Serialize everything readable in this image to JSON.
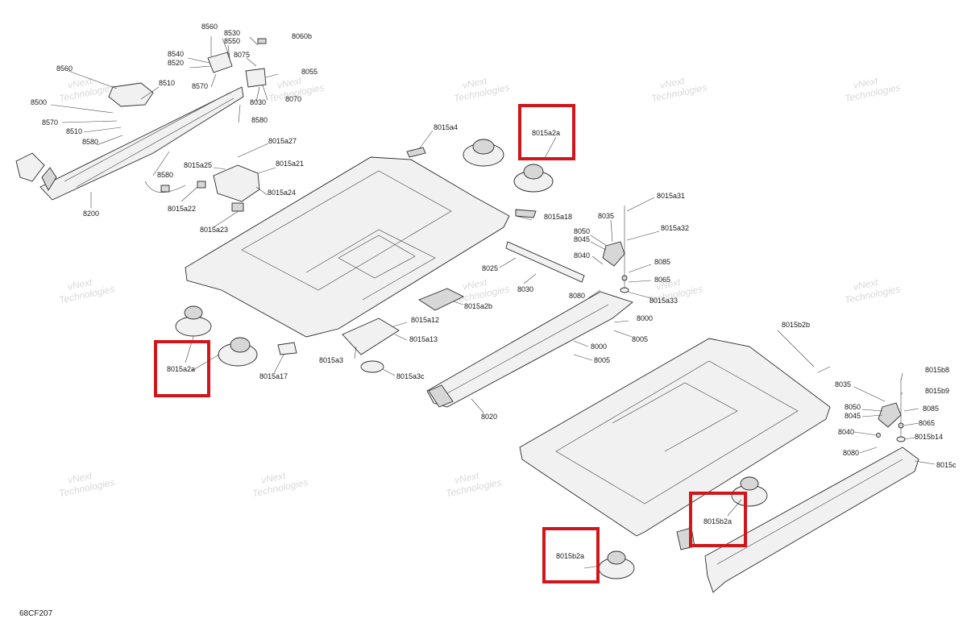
{
  "diagram_ref": "68CF207",
  "watermark": {
    "line1": "vNext",
    "line2": "Technologies"
  },
  "callouts": {
    "c8560a": "8560",
    "c8530": "8530",
    "c8550": "8550",
    "c8540": "8540",
    "c8520": "8520",
    "c8570a": "8570",
    "c8060b": "8060b",
    "c8075": "8075",
    "c8055": "8055",
    "c8030a": "8030",
    "c8070": "8070",
    "c8580a": "8580",
    "c8560b": "8560",
    "c8510a": "8510",
    "c8500": "8500",
    "c8570b": "8570",
    "c8510b": "8510",
    "c8580b": "8580",
    "c8580c": "8580",
    "c8200": "8200",
    "c8015a27": "8015a27",
    "c8015a25": "8015a25",
    "c8015a21": "8015a21",
    "c8015a24": "8015a24",
    "c8015a22": "8015a22",
    "c8015a23": "8015a23",
    "c8015a4": "8015a4",
    "c8015a2a_top": "8015a2a",
    "c8015a18": "8015a18",
    "c8015a31": "8015a31",
    "c8035a": "8035",
    "c8015a32": "8015a32",
    "c8050a": "8050",
    "c8045a": "8045",
    "c8040a": "8040",
    "c8085a": "8085",
    "c8065a": "8065",
    "c8015a33": "8015a33",
    "c8080a": "8080",
    "c8025": "8025",
    "c8030b": "8030",
    "c8015a2b": "8015a2b",
    "c8015a12": "8015a12",
    "c8015a13": "8015a13",
    "c8015a3": "8015a3",
    "c8015a3c": "8015a3c",
    "c8015a17": "8015a17",
    "c8015a2a_left": "8015a2a",
    "c8000a": "8000",
    "c8005a": "8005",
    "c8000b": "8000",
    "c8005b": "8005",
    "c8020": "8020",
    "c8015b2b": "8015b2b",
    "c8035b": "8035",
    "c8015b8": "8015b8",
    "c8015b9": "8015b9",
    "c8050b": "8050",
    "c8045b": "8045",
    "c8085b": "8085",
    "c8065b": "8065",
    "c8040b": "8040",
    "c8015b14": "8015b14",
    "c8080b": "8080",
    "c8015c": "8015c",
    "c8015b2a_right": "8015b2a",
    "c8015b2a_bottom": "8015b2a"
  }
}
